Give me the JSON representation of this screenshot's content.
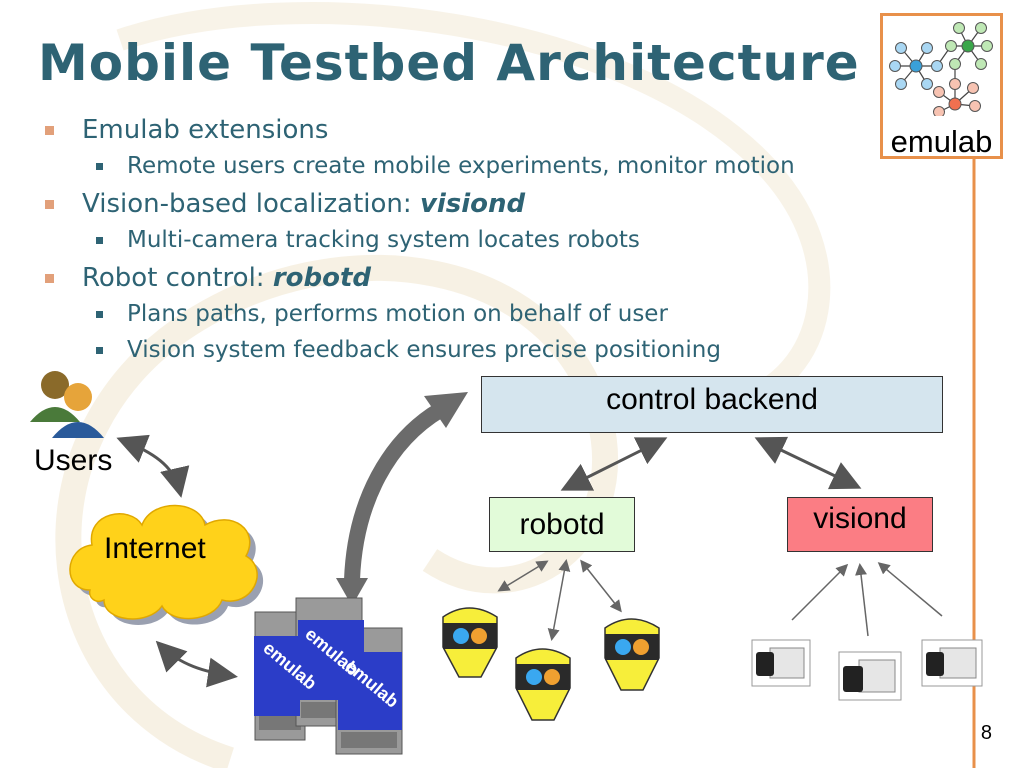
{
  "slide": {
    "title": "Mobile Testbed Architecture",
    "page_number": "8",
    "logo_text": "emulab"
  },
  "bullets": [
    {
      "text": "Emulab extensions",
      "sub": [
        "Remote users create mobile experiments, monitor motion"
      ]
    },
    {
      "text_prefix": "Vision-based localization: ",
      "text_em": "visiond",
      "sub": [
        "Multi-camera tracking system locates robots"
      ]
    },
    {
      "text_prefix": "Robot control: ",
      "text_em": "robotd",
      "sub": [
        "Plans paths, performs motion on behalf of user",
        "Vision system feedback ensures precise positioning"
      ]
    }
  ],
  "diagram": {
    "users_label": "Users",
    "internet_label": "Internet",
    "control_backend": "control backend",
    "robotd": "robotd",
    "visiond": "visiond",
    "server_label": "emulab",
    "colors": {
      "control_backend_fill": "#d5e5ee",
      "robotd_fill": "#e2fbd9",
      "visiond_fill": "#fb7d84",
      "cloud_fill": "#ffd21a",
      "robot_fill": "#f7ee3a",
      "server_blue": "#2b3dc8",
      "title_color": "#2e6374",
      "bullet_accent": "#e2a07a"
    }
  }
}
